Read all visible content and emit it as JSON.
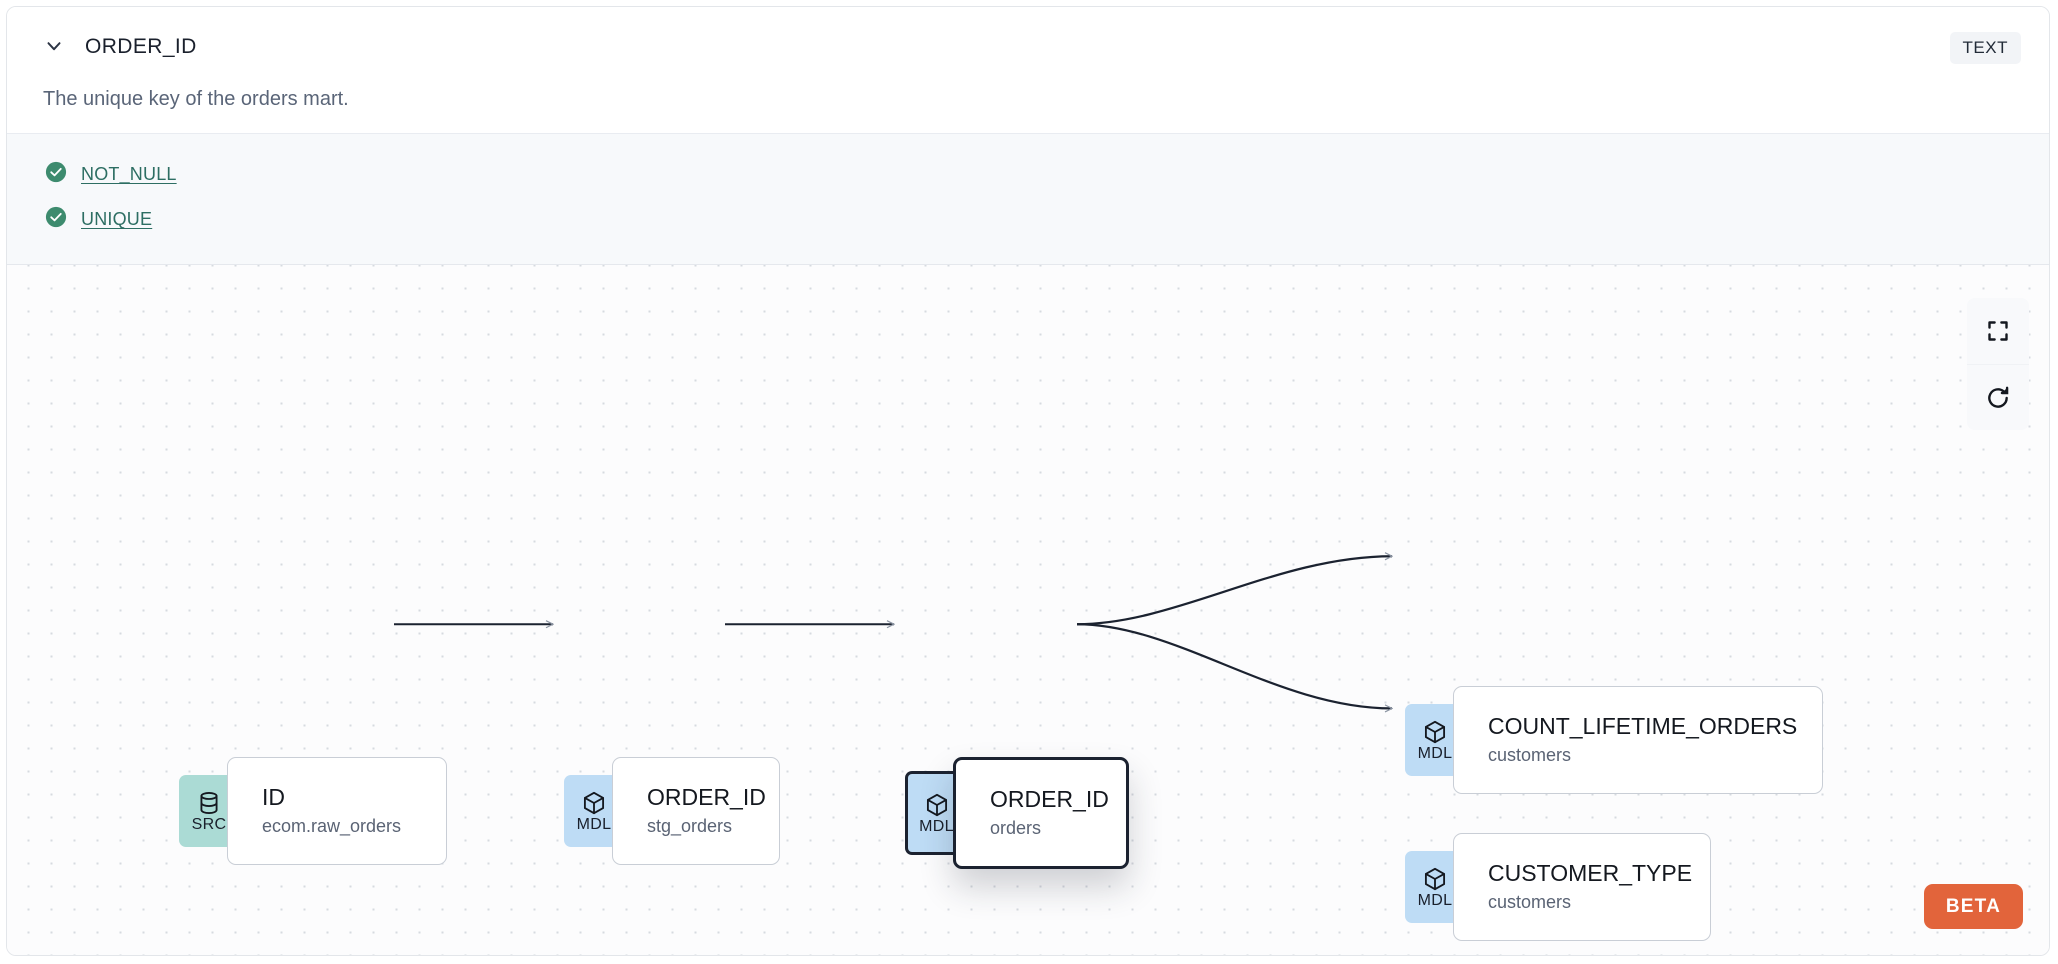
{
  "header": {
    "column_name": "ORDER_ID",
    "description": "The unique key of the orders mart.",
    "data_type_badge": "TEXT",
    "collapse_icon": "chevron-down-icon"
  },
  "tests": [
    {
      "label": "NOT_NULL",
      "status": "passed",
      "status_icon": "check-circle-icon"
    },
    {
      "label": "UNIQUE",
      "status": "passed",
      "status_icon": "check-circle-icon"
    }
  ],
  "lineage": {
    "nodes": [
      {
        "id": "src",
        "badge": "SRC",
        "badge_icon": "database-icon",
        "name": "ID",
        "parent": "ecom.raw_orders",
        "selected": false
      },
      {
        "id": "stg",
        "badge": "MDL",
        "badge_icon": "cube-icon",
        "name": "ORDER_ID",
        "parent": "stg_orders",
        "selected": false
      },
      {
        "id": "orders",
        "badge": "MDL",
        "badge_icon": "cube-icon",
        "name": "ORDER_ID",
        "parent": "orders",
        "selected": true
      },
      {
        "id": "count",
        "badge": "MDL",
        "badge_icon": "cube-icon",
        "name": "COUNT_LIFETIME_ORDERS",
        "parent": "customers",
        "selected": false
      },
      {
        "id": "custtype",
        "badge": "MDL",
        "badge_icon": "cube-icon",
        "name": "CUSTOMER_TYPE",
        "parent": "customers",
        "selected": false
      }
    ],
    "edges": [
      {
        "from": "src",
        "to": "stg"
      },
      {
        "from": "stg",
        "to": "orders"
      },
      {
        "from": "orders",
        "to": "count"
      },
      {
        "from": "orders",
        "to": "custtype"
      }
    ]
  },
  "canvas_controls": [
    {
      "name": "fit-view",
      "icon": "fullscreen-icon"
    },
    {
      "name": "refresh",
      "icon": "refresh-icon"
    }
  ],
  "beta_badge": "BETA",
  "colors": {
    "src_badge": "#ABDBD5",
    "mdl_badge": "#BEDCF5",
    "beta": "#E2643B",
    "test_pass": "#3D8B6E",
    "test_link": "#2D6E63",
    "selected_border": "#1B2230"
  }
}
